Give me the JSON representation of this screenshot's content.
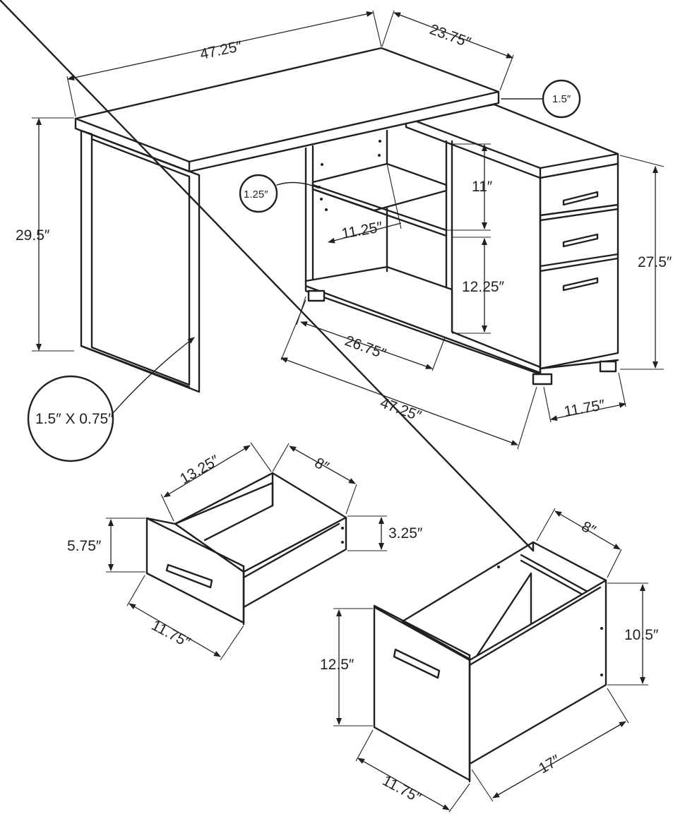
{
  "labels": {
    "desk_width": "47.25″",
    "desk_depth": "23.75″",
    "top_thickness": "1.5″",
    "desk_height": "29.5″",
    "leg_profile": "1.5″ X 0.75″",
    "shelf_thickness": "1.25″",
    "upper_shelf_height": "11″",
    "shelf_depth": "11.25″",
    "lower_shelf_height": "12.25″",
    "return_height": "27.5″",
    "shelf_width": "26.75″",
    "return_length": "47.25″",
    "return_depth": "11.75″",
    "small_drawer_depth": "13.25″",
    "small_drawer_width": "8″",
    "small_drawer_front_height": "5.75″",
    "small_drawer_side_height": "3.25″",
    "small_drawer_front_width": "11.75″",
    "file_drawer_width": "8″",
    "file_drawer_side_height": "10.5″",
    "file_drawer_front_height": "12.5″",
    "file_drawer_depth": "17″",
    "file_drawer_front_width": "11.75″"
  },
  "colors": {
    "line": "#231f20",
    "background": "#ffffff"
  },
  "icons": {
    "arrowhead": "dimension-arrow-icon",
    "callout": "callout-circle-icon"
  }
}
